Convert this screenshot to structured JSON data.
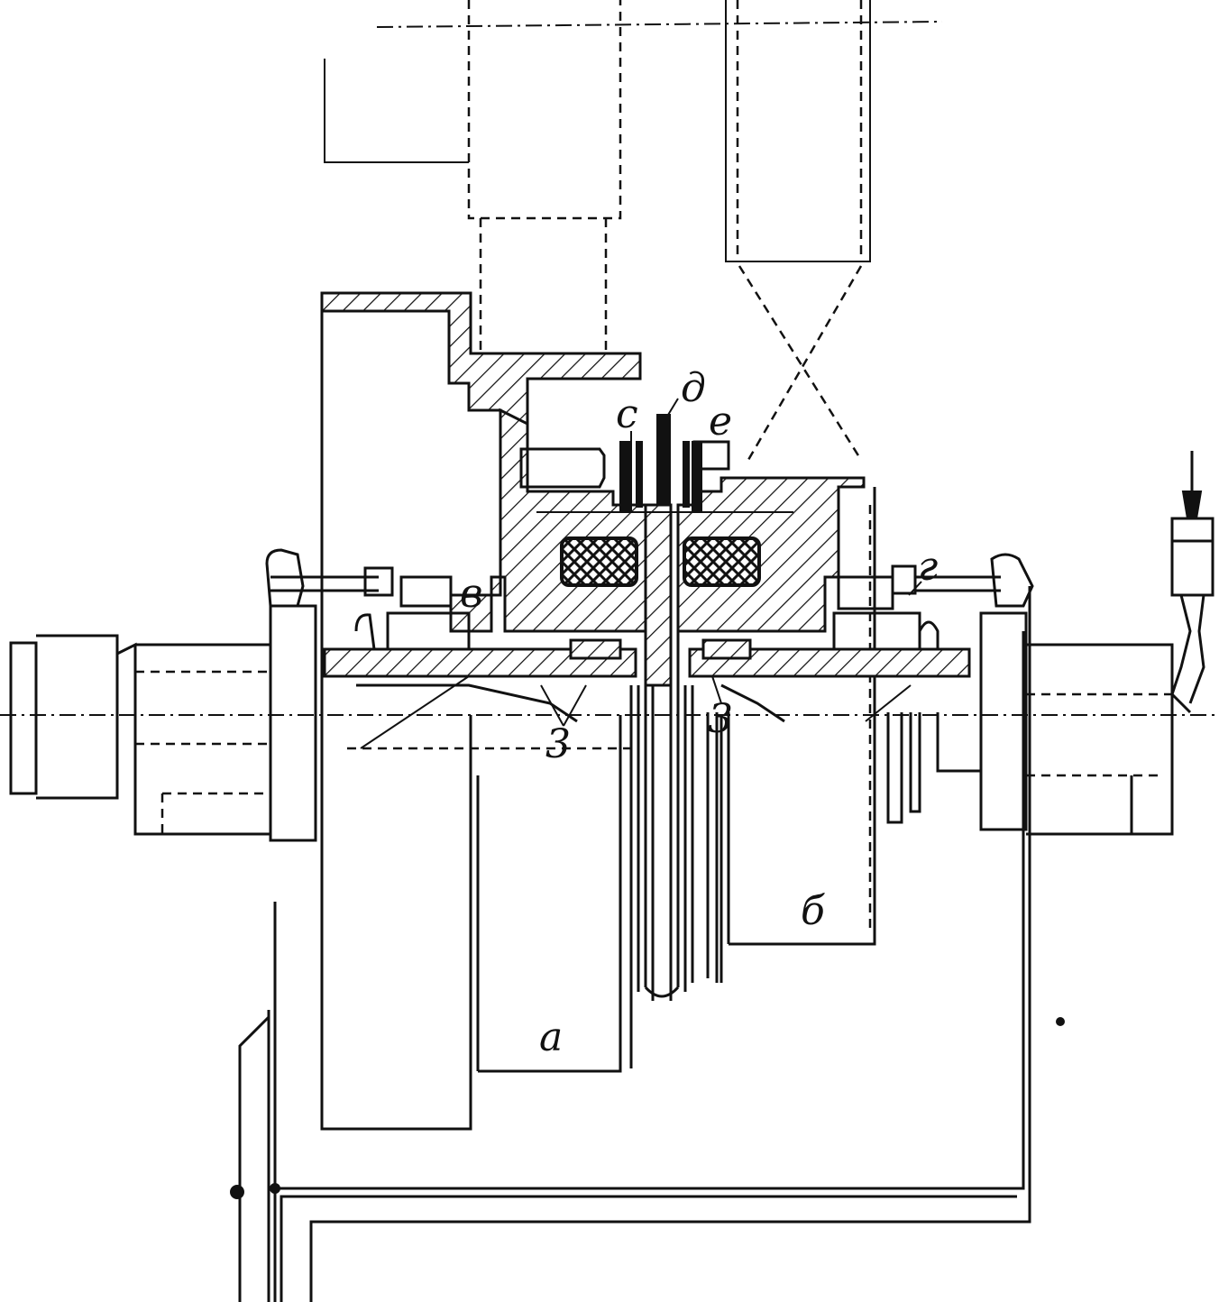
{
  "labels": {
    "a": "a",
    "b": "б",
    "v": "в",
    "g": "г",
    "d": "д",
    "e": "е",
    "c": "с",
    "z_left": "3",
    "z_right": "3"
  }
}
